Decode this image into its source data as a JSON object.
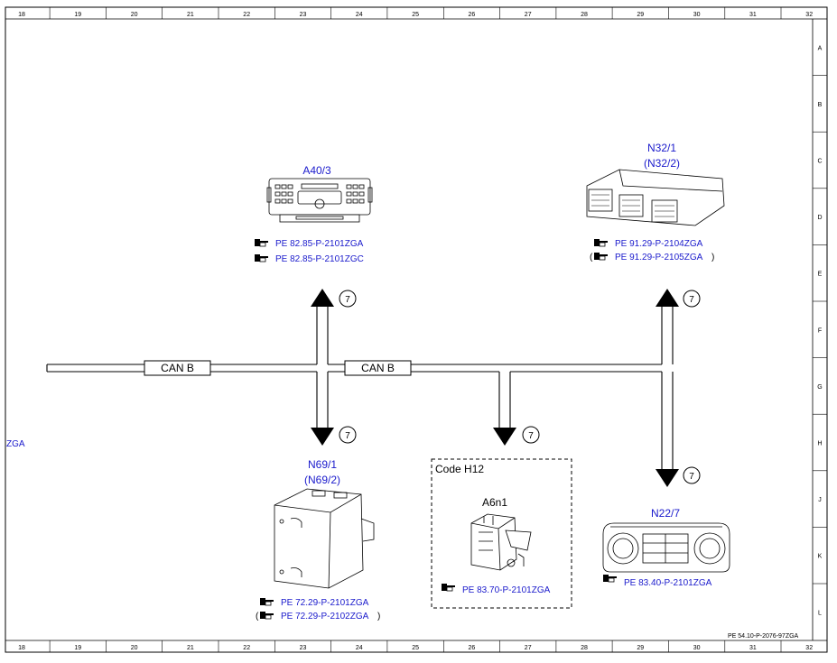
{
  "ruler": {
    "columns": [
      "18",
      "19",
      "20",
      "21",
      "22",
      "23",
      "24",
      "25",
      "26",
      "27",
      "28",
      "29",
      "30",
      "31",
      "32"
    ],
    "rows": [
      "A",
      "B",
      "C",
      "D",
      "E",
      "F",
      "G",
      "H",
      "J",
      "K",
      "L"
    ]
  },
  "bus": {
    "label_left": "CAN B",
    "label_right": "CAN B",
    "circle_number": "7"
  },
  "left_fragment": "ZGA",
  "components": {
    "a40": {
      "name": "A40/3",
      "refs": [
        "PE 82.85-P-2101ZGA",
        "PE 82.85-P-2101ZGC"
      ]
    },
    "n32": {
      "name": "N32/1",
      "alt": "(N32/2)",
      "refs": [
        "PE 91.29-P-2104ZGA",
        "PE 91.29-P-2105ZGA"
      ]
    },
    "n69": {
      "name": "N69/1",
      "alt": "(N69/2)",
      "refs": [
        "PE 72.29-P-2101ZGA",
        "PE 72.29-P-2102ZGA"
      ]
    },
    "a6n1": {
      "code": "Code H12",
      "name": "A6n1",
      "refs": [
        "PE 83.70-P-2101ZGA"
      ]
    },
    "n22": {
      "name": "N22/7",
      "refs": [
        "PE 83.40-P-2101ZGA"
      ]
    }
  },
  "paren_open": "(",
  "paren_close": ")",
  "hand_icon": "pointing-hand-icon",
  "footer_ref": "PE 54.10-P-2076-97ZGA",
  "colors": {
    "link": "#1a1acc",
    "line": "#000000"
  }
}
